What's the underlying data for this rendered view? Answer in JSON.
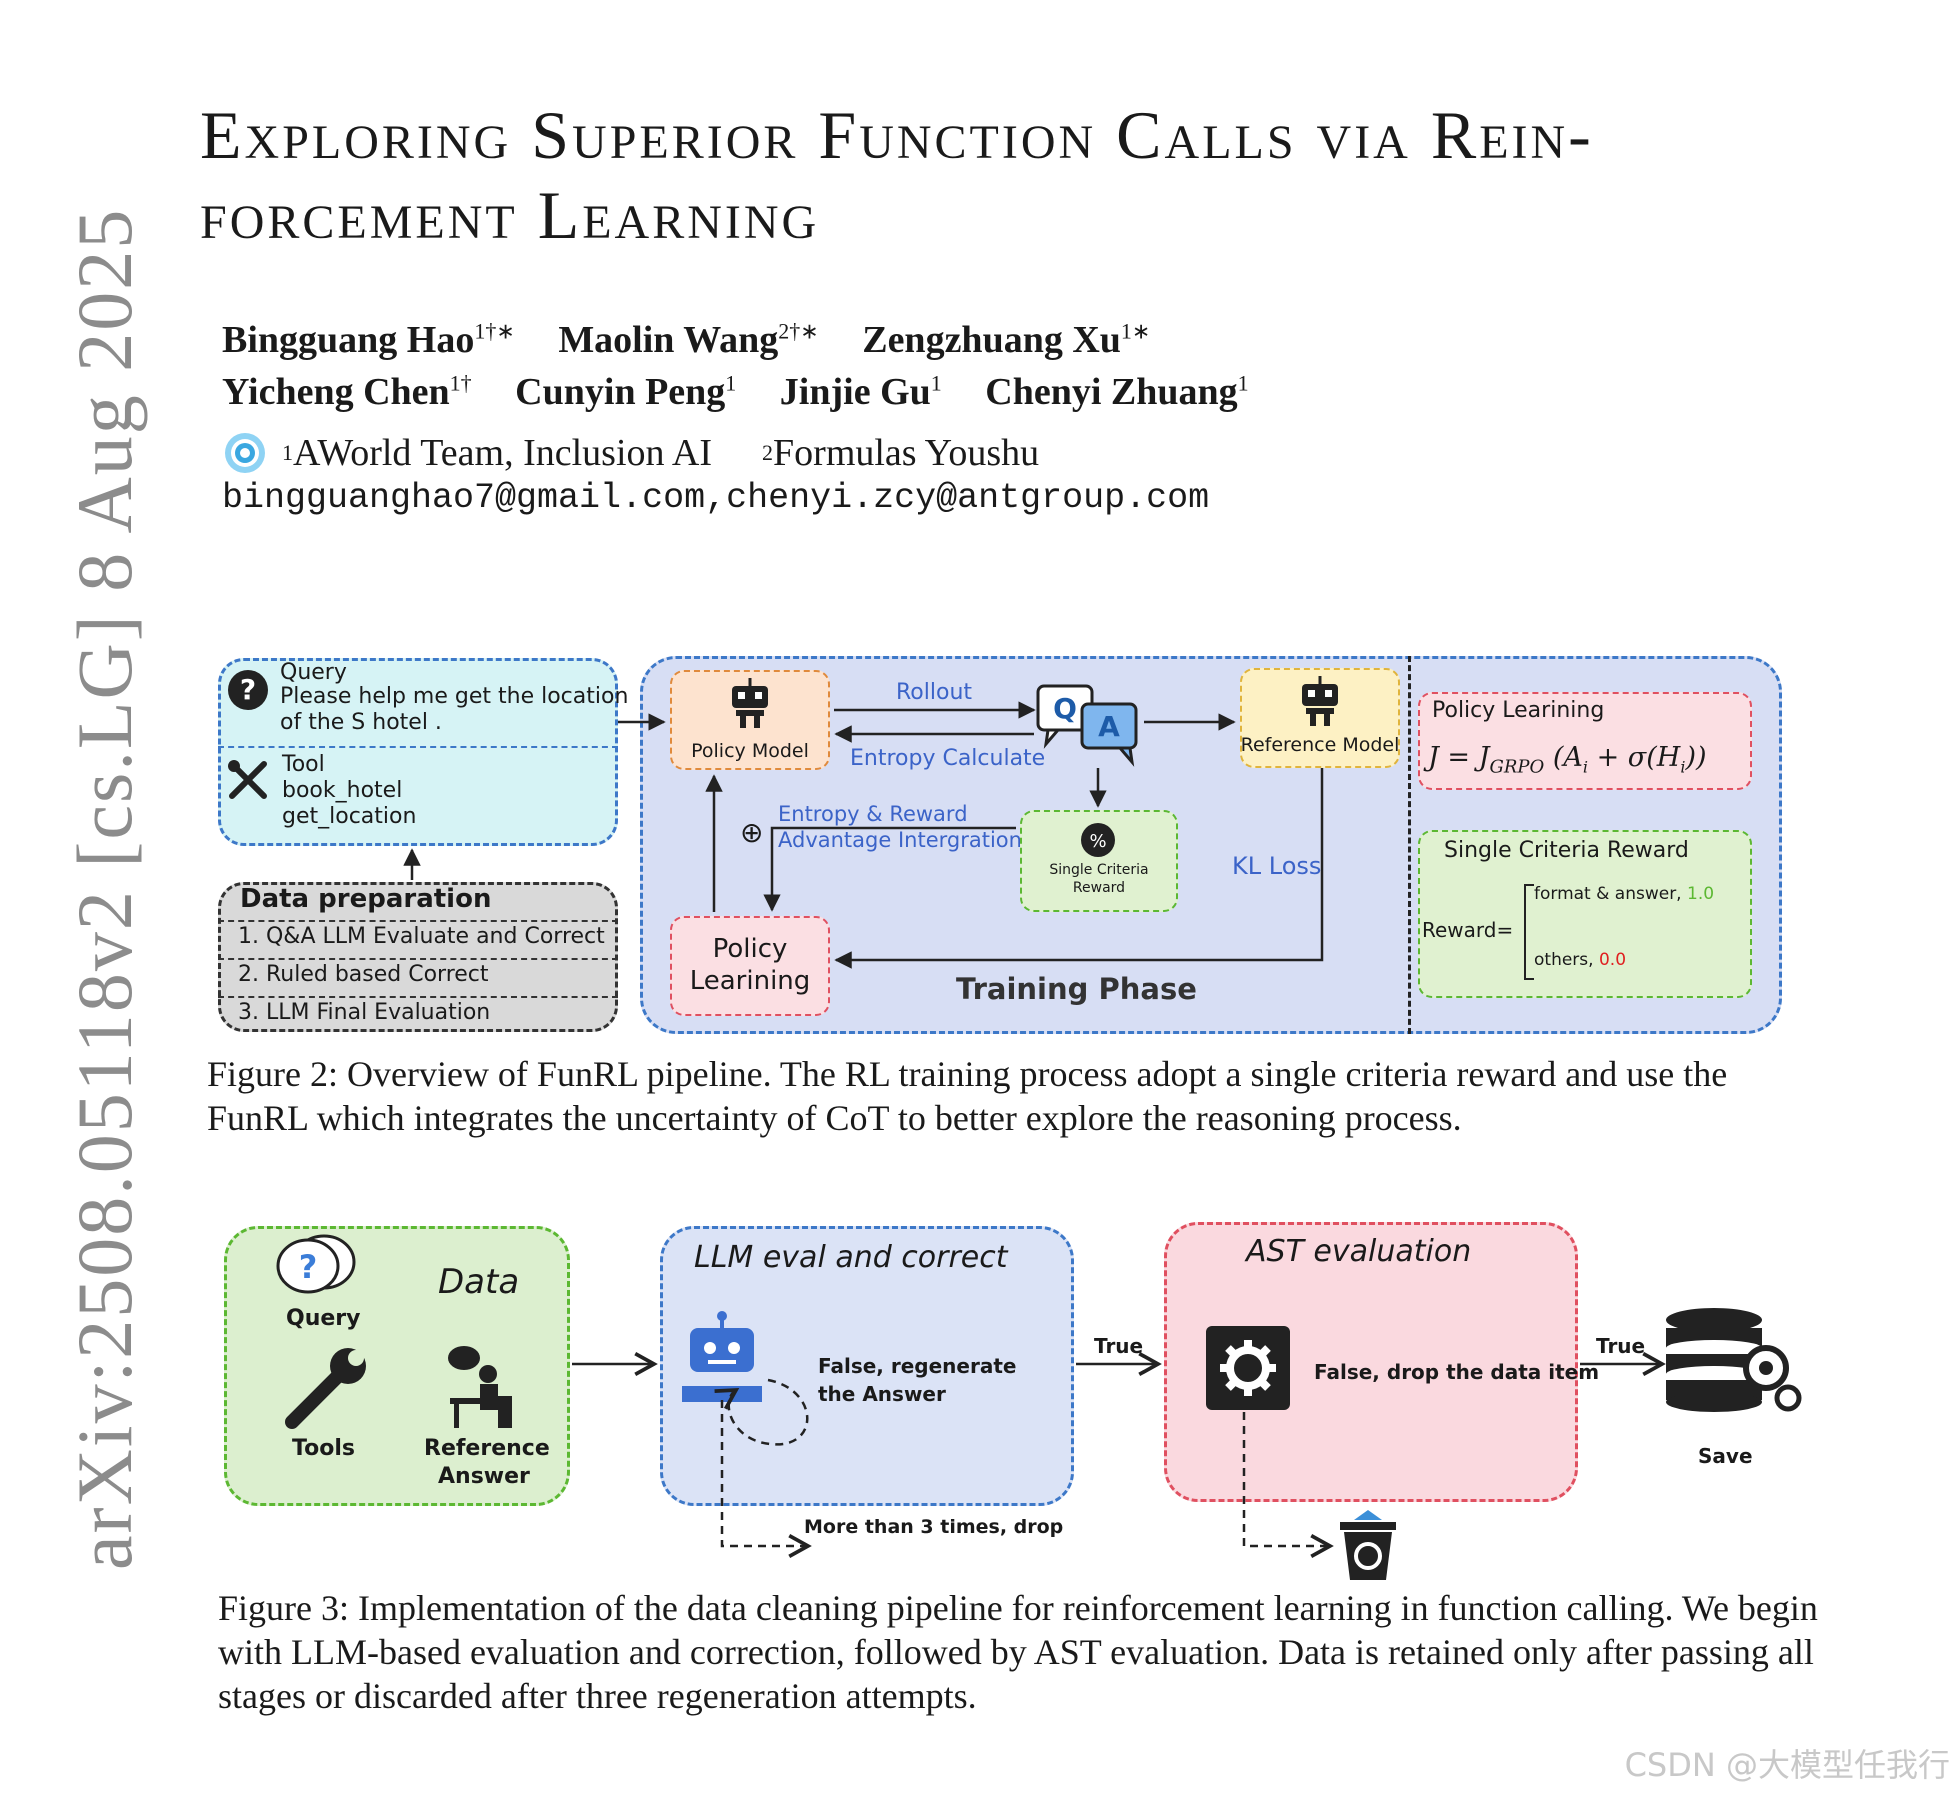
{
  "title": {
    "line1": "Exploring Superior Function Calls via Rein-",
    "line2": "forcement Learning"
  },
  "arxiv_id": "arXiv:2508.05118v2  [cs.LG]  8 Aug 2025",
  "authors": {
    "row1": [
      {
        "name": "Bingguang Hao",
        "mark": "1†∗"
      },
      {
        "name": "Maolin Wang",
        "mark": "2†∗"
      },
      {
        "name": "Zengzhuang Xu",
        "mark": "1∗"
      }
    ],
    "row2": [
      {
        "name": "Yicheng Chen",
        "mark": "1†"
      },
      {
        "name": "Cunyin Peng",
        "mark": "1"
      },
      {
        "name": "Jinjie Gu",
        "mark": "1"
      },
      {
        "name": "Chenyi Zhuang",
        "mark": "1"
      }
    ],
    "affil1_mark": "1",
    "affil1": "AWorld Team, Inclusion AI",
    "affil2_mark": "2",
    "affil2": "Formulas Youshu",
    "emails": "bingguanghao7@gmail.com,chenyi.zcy@antgroup.com"
  },
  "figure2": {
    "query_title": "Query",
    "query_text1": "Please help me get the location",
    "query_text2": "of the S hotel .",
    "tool_title": "Tool",
    "tool_item1": "book_hotel",
    "tool_item2": "get_location",
    "data_prep_title": "Data preparation",
    "data_prep_items": [
      "1. Q&A LLM Evaluate and Correct",
      "2. Ruled based Correct",
      "3. LLM Final Evaluation"
    ],
    "policy_model": "Policy Model",
    "rollout": "Rollout",
    "entropy_calculate": "Entropy Calculate",
    "qa_q": "Q",
    "qa_a": "A",
    "reference_model": "Reference Model",
    "entropy_reward": "Entropy & Reward",
    "advantage": "Advantage Intergration",
    "scr_small1": "Single Criteria",
    "scr_small2": "Reward",
    "kl_loss": "KL Loss",
    "policy_learning_l1": "Policy",
    "policy_learning_l2": "Learining",
    "training_phase": "Training Phase",
    "policy_learning_panel_title": "Policy Learining",
    "reward_panel_title": "Single Criteria Reward",
    "reward_label": "Reward=",
    "reward_case1": "format & answer,",
    "reward_case1_value": "1.0",
    "reward_case2": "others,",
    "reward_case2_value": "0.0",
    "caption": "Figure 2: Overview of FunRL pipeline.  The RL training process adopt a single criteria reward and use the FunRL which integrates the uncertainty of CoT to better explore the reasoning process."
  },
  "figure3": {
    "query": "Query",
    "data": "Data",
    "tools": "Tools",
    "reference_answer_l1": "Reference",
    "reference_answer_l2": "Answer",
    "llm_eval_title": "LLM eval and correct",
    "false_regen_l1": "False, regenerate",
    "false_regen_l2": "the  Answer",
    "more_than": "More than 3 times, drop",
    "true1": "True",
    "ast_title": "AST evaluation",
    "false_drop": "False, drop the data item",
    "true2": "True",
    "save": "Save",
    "caption": "Figure 3: Implementation of the data cleaning pipeline for reinforcement learning in function calling. We begin with LLM-based evaluation and correction, followed by AST evaluation. Data is retained only after passing all stages or discarded after three regeneration attempts."
  },
  "watermark": "CSDN @大模型任我行",
  "colors": {
    "query_box": "#d6f3f5",
    "data_prep_box": "#d9d9d9",
    "training_panel": "#d7def4",
    "policy_model_box": "#fde3cf",
    "reference_model_box": "#fdf1c4",
    "policy_learning_box": "#fbdfe3",
    "scr_box": "#e0f1d0",
    "arrow_blue": "#3b63c8",
    "red": "#e02020",
    "green": "#5cb832",
    "fig3_data_box": "#dcefcf",
    "fig3_llm_box": "#dbe3f6",
    "fig3_ast_box": "#fad9df"
  }
}
